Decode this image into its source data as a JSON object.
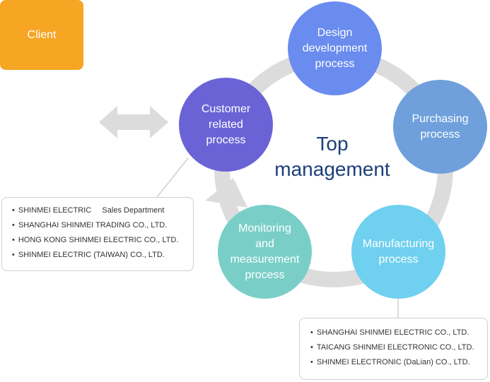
{
  "diagram": {
    "client_label": "Client",
    "center_label": "Top\nmanagement",
    "processes": {
      "customer": "Customer\nrelated\nprocess",
      "design": "Design\ndevelopment\nprocess",
      "purchasing": "Purchasing\nprocess",
      "manufacturing": "Manufacturing\nprocess",
      "monitoring": "Monitoring\nand\nmeasurement\nprocess"
    },
    "customer_companies": [
      "SHINMEI ELECTRIC     Sales Department",
      "SHANGHAI SHINMEI TRADING CO., LTD.",
      "HONG KONG SHINMEI ELECTRIC CO., LTD.",
      "SHINMEI ELECTRIC (TAIWAN) CO., LTD."
    ],
    "manufacturing_companies": [
      "SHANGHAI SHINMEI ELECTRIC CO., LTD.",
      "TAICANG SHINMEI ELECTRONIC CO., LTD.",
      "SHINMEI ELECTRONIC (DaLian) CO., LTD."
    ],
    "colors": {
      "client": "#f6a623",
      "customer": "#6a63d6",
      "design": "#6a8cef",
      "purchasing": "#6fa0dc",
      "manufacturing": "#6fd0ef",
      "monitoring": "#79cfc8",
      "cycle_ring": "#dcdcdc",
      "center_text": "#1c3f7a"
    }
  }
}
